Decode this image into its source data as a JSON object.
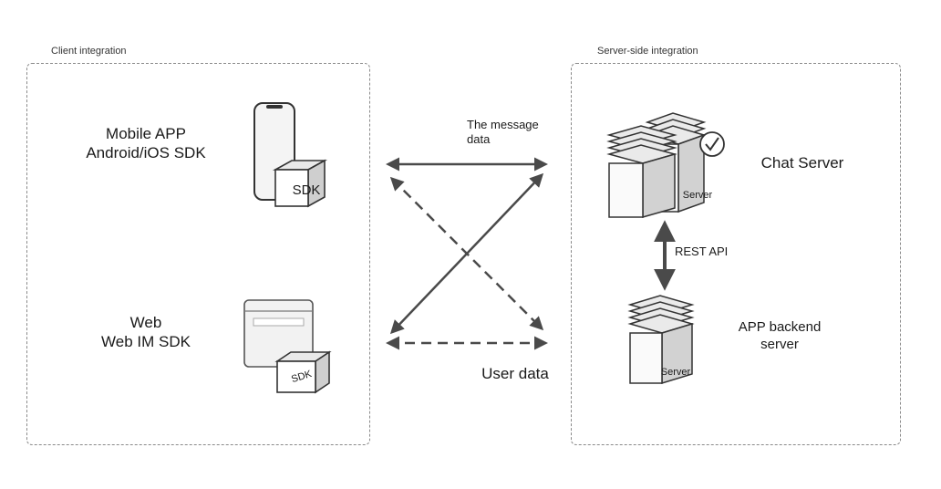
{
  "client": {
    "title": "Client integration",
    "mobile": {
      "line1": "Mobile APP",
      "line2": "Android/iOS SDK",
      "sdk_tag": "SDK"
    },
    "web": {
      "line1": "Web",
      "line2": "Web IM SDK",
      "sdk_tag": "SDK"
    }
  },
  "middle": {
    "message_label_line1": "The message",
    "message_label_line2": "data",
    "user_label": "User data"
  },
  "server": {
    "title": "Server-side integration",
    "chat_server_label": "Chat Server",
    "chat_server_tag": "Server",
    "rest_api_label": "REST API",
    "backend_line1": "APP backend",
    "backend_line2": "server",
    "backend_tag": "Server"
  },
  "colors": {
    "arrow": "#4a4a4a",
    "border": "#8a8a8a"
  }
}
